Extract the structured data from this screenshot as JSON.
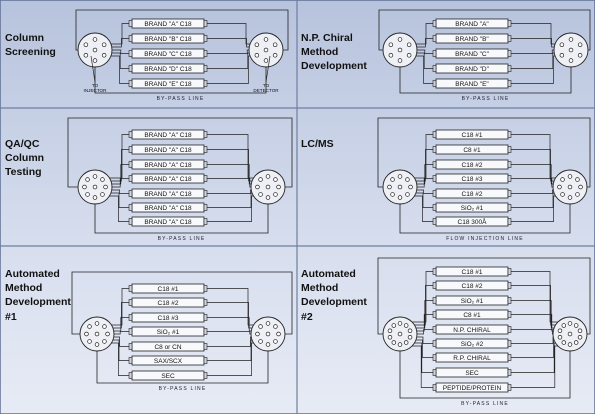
{
  "panels": [
    {
      "title": "Column\nScreening",
      "columns": [
        "BRAND \"A\" C18",
        "BRAND \"B\" C18",
        "BRAND \"C\" C18",
        "BRAND \"D\" C18",
        "BRAND \"E\" C18"
      ],
      "bypass": "BY-PASS LINE",
      "injector": "TO\nINJECTOR",
      "detector": "TO\nDETECTOR"
    },
    {
      "title": "N.P. Chiral\nMethod\nDevelopment",
      "columns": [
        "BRAND \"A\"",
        "BRAND \"B\"",
        "BRAND \"C\"",
        "BRAND \"D\"",
        "BRAND \"E\""
      ],
      "bypass": "BY-PASS LINE"
    },
    {
      "title": "QA/QC\nColumn\nTesting",
      "columns": [
        "BRAND \"A\" C18",
        "BRAND \"A\" C18",
        "BRAND \"A\" C18",
        "BRAND \"A\" C18",
        "BRAND \"A\" C18",
        "BRAND \"A\" C18",
        "BRAND \"A\" C18"
      ],
      "bypass": "BY-PASS LINE"
    },
    {
      "title": "LC/MS",
      "columns": [
        "C18 #1",
        "C8 #1",
        "C18 #2",
        "C18 #3",
        "C18 #2",
        "SiO₂ #1",
        "C18 300Å"
      ],
      "bypass": "FLOW INJECTION LINE"
    },
    {
      "title": "Automated\nMethod\nDevelopment\n#1",
      "columns": [
        "C18 #1",
        "C18 #2",
        "C18 #3",
        "SiO₂ #1",
        "C8 or CN",
        "SAX/SCX",
        "SEC"
      ],
      "bypass": "BY-PASS LINE"
    },
    {
      "title": "Automated\nMethod\nDevelopment\n#2",
      "columns": [
        "C18 #1",
        "C18 #2",
        "SiO₂ #1",
        "C8 #1",
        "N.P. CHIRAL",
        "SiO₂ #2",
        "R.P. CHIRAL",
        "SEC",
        "PEPTIDE/PROTEIN"
      ],
      "bypass": "BY-PASS LINE"
    }
  ]
}
